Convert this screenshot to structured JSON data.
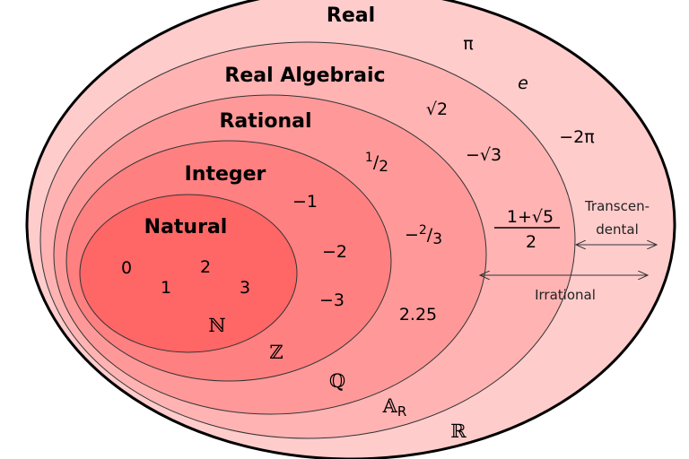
{
  "title": "Real number sets Euler diagram",
  "colors": {
    "real": "#ffcccc",
    "algebraic": "#ffb3b3",
    "rational": "#ff9999",
    "integer": "#ff8080",
    "natural": "#ff6666",
    "stroke": "#000000"
  },
  "sets": {
    "real": {
      "label": "Real",
      "symbol": "ℝ"
    },
    "algebraic": {
      "label": "Real Algebraic",
      "symbol": "𝔸",
      "subscript": "R"
    },
    "rational": {
      "label": "Rational",
      "symbol": "ℚ"
    },
    "integer": {
      "label": "Integer",
      "symbol": "ℤ"
    },
    "natural": {
      "label": "Natural",
      "symbol": "ℕ"
    }
  },
  "members": {
    "natural": [
      "0",
      "1",
      "2",
      "3"
    ],
    "integer": [
      "−1",
      "−2",
      "−3"
    ],
    "rational": {
      "half_num": "1",
      "half_den": "2",
      "neg_two_thirds_sign": "−",
      "neg_two_thirds_num": "2",
      "neg_two_thirds_den": "3",
      "decimal": "2.25"
    },
    "algebraic": {
      "sqrt2": "√2",
      "neg_sqrt3": "−√3",
      "golden_num": "1+√5",
      "golden_den": "2"
    },
    "transcendental": [
      "π",
      "e",
      "−2π"
    ]
  },
  "annotations": {
    "transcendental_1": "Transcen-",
    "transcendental_2": "dental",
    "irrational": "Irrational"
  }
}
